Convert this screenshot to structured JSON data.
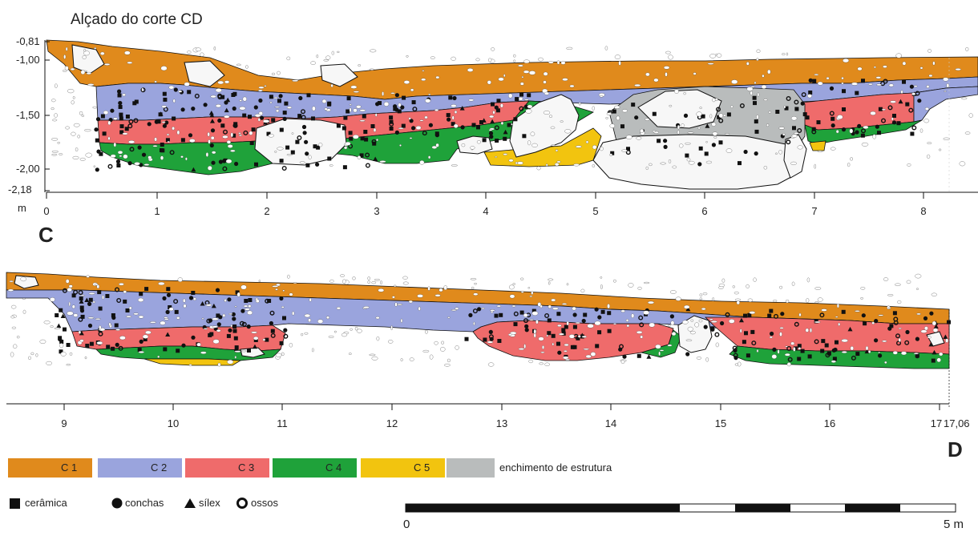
{
  "title": "Alçado do corte CD",
  "depth_labels": [
    "-0,81",
    "-1,00",
    "-1,50",
    "-2,00",
    "-2,18"
  ],
  "depth_unit": "m",
  "section_start": "C",
  "section_end": "D",
  "x_ticks_top": [
    "0",
    "1",
    "2",
    "3",
    "4",
    "5",
    "6",
    "7",
    "8"
  ],
  "x_ticks_bottom": [
    "9",
    "10",
    "11",
    "12",
    "13",
    "14",
    "15",
    "16",
    "17"
  ],
  "x_end_label": "17,06",
  "colors": {
    "C1": "#e08a1c",
    "C2": "#9aa4dd",
    "C3": "#ef6b6b",
    "C4": "#1fa23a",
    "C5": "#f2c40f",
    "estrutura": "#b9bcbc",
    "stone": "#f7f7f7",
    "ink": "#111111"
  },
  "legend_layers": [
    {
      "key": "C1",
      "label": "C 1"
    },
    {
      "key": "C2",
      "label": "C 2"
    },
    {
      "key": "C3",
      "label": "C 3"
    },
    {
      "key": "C4",
      "label": "C 4"
    },
    {
      "key": "C5",
      "label": "C 5"
    },
    {
      "key": "estrutura",
      "label": "enchimento de estrutura"
    }
  ],
  "legend_symbols": [
    {
      "icon": "square-icon",
      "label": "cerâmica"
    },
    {
      "icon": "filled-circle-icon",
      "label": "conchas"
    },
    {
      "icon": "triangle-icon",
      "label": "sílex"
    },
    {
      "icon": "ring-icon",
      "label": "ossos"
    }
  ],
  "scale_bar": {
    "start_label": "0",
    "end_label": "5 m"
  }
}
